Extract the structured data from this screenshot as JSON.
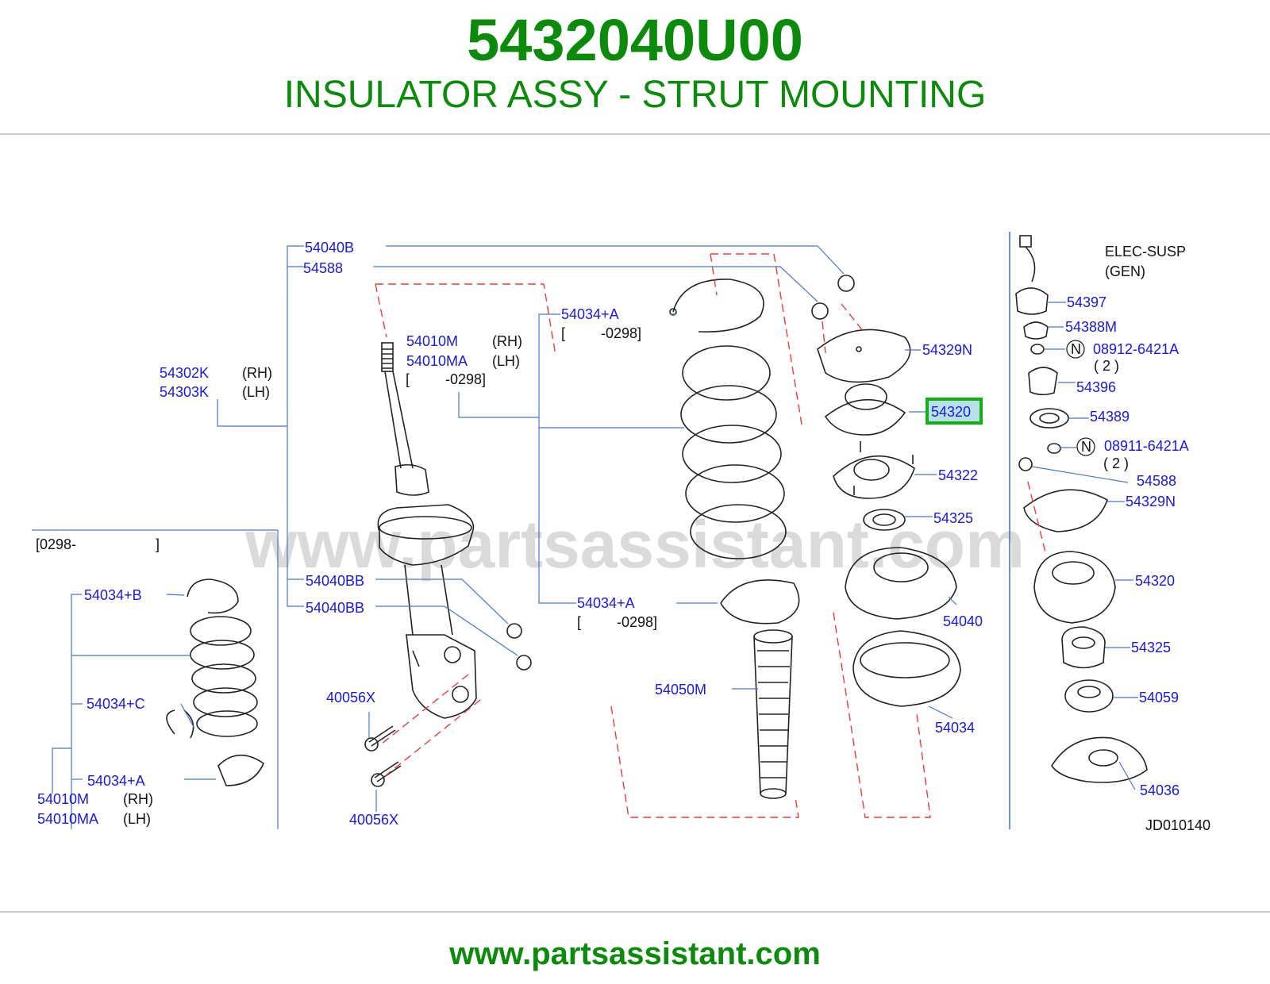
{
  "colors": {
    "brand_green": "#0c8a0c",
    "callout_blue": "#1a1ad0",
    "leader_blue": "#4a78c0",
    "phantom_red": "#e04040",
    "highlight_fill": "#b8e0e8",
    "highlight_border": "#13b013",
    "line_black": "#222222"
  },
  "header": {
    "part_number": "5432040U00",
    "description": "INSULATOR ASSY - STRUT MOUNTING"
  },
  "diagram": {
    "watermark": "www.partsassistant.com",
    "diagram_code": "JD010140",
    "section_label": "ELEC-SUSP",
    "section_sublabel": "(GEN)",
    "range_bracket": "[0298-                    ]",
    "callouts": {
      "c54040B": "54040B",
      "c54588a": "54588",
      "c54302K": "54302K",
      "c54302K_side": "(RH)",
      "c54303K": "54303K",
      "c54303K_side": "(LH)",
      "c54010M_top": "54010M",
      "c54010M_top_side": "(RH)",
      "c54010MA_top": "54010MA",
      "c54010MA_top_side": "(LH)",
      "c54010_top_note": "[         -0298]",
      "c54034A_top": "54034+A",
      "c54034A_top_note": "[         -0298]",
      "c54329N_a": "54329N",
      "c54320_hl": "54320",
      "c54322": "54322",
      "c54325_a": "54325",
      "c54040": "54040",
      "c54034": "54034",
      "c54050M": "54050M",
      "c54034A_mid": "54034+A",
      "c54034A_mid_note": "[         -0298]",
      "c54040BB_a": "54040BB",
      "c54040BB_b": "54040BB",
      "c40056X_a": "40056X",
      "c40056X_b": "40056X",
      "c54034B": "54034+B",
      "c54034C": "54034+C",
      "c54034A_bot": "54034+A",
      "c54010M_bot": "54010M",
      "c54010M_bot_side": "(RH)",
      "c54010MA_bot": "54010MA",
      "c54010MA_bot_side": "(LH)",
      "c54397": "54397",
      "c54388M": "54388M",
      "n_symbol": "N",
      "c08912": "08912-6421A",
      "c08912_qty": "( 2 )",
      "c54396": "54396",
      "c54389": "54389",
      "c08911": "08911-6421A",
      "c08911_qty": "( 2 )",
      "c54588b": "54588",
      "c54329N_b": "54329N",
      "c54320_r": "54320",
      "c54325_b": "54325",
      "c54059": "54059",
      "c54036": "54036"
    }
  },
  "footer": {
    "url": "www.partsassistant.com"
  }
}
